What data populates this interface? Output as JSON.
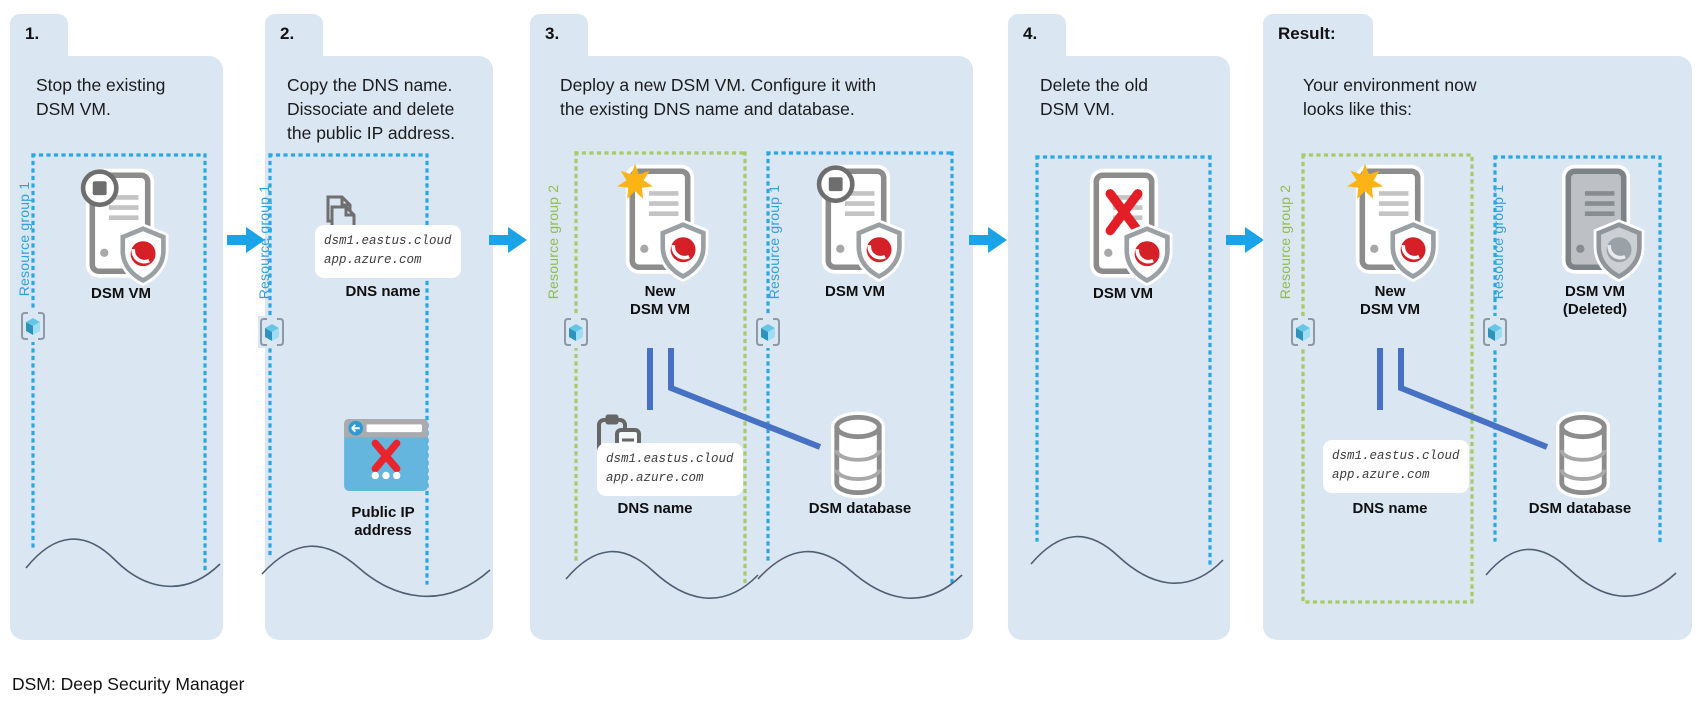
{
  "legend": "DSM: Deep Security Manager",
  "colors": {
    "panel_background": "#dbe6f3",
    "resource_group_1_blue": "#29a8e3",
    "resource_group_2_green": "#a5cb66",
    "step_arrow_blue": "#1aa3e8",
    "connector_blue": "#4671c4",
    "trend_micro_red": "#d62027",
    "new_vm_star_yellow": "#fcb415",
    "delete_x_red": "#e41e26"
  },
  "icons": {
    "vm": "server-vm-icon",
    "stop_badge": "stop-badge-icon",
    "shield": "trend-micro-shield-icon",
    "star": "new-star-icon",
    "red_x": "delete-x-icon",
    "copy": "copy-pages-icon",
    "paste": "clipboard-paste-icon",
    "public_ip": "browser-public-ip-icon",
    "database": "database-cylinder-icon",
    "cube": "azure-resource-group-cube-icon",
    "arrow": "next-step-arrow-icon"
  },
  "panels": [
    {
      "id": "step-1",
      "tab": "1.",
      "description": "Stop the existing\nDSM VM.",
      "resource_groups": [
        {
          "label": "Resource group 1"
        }
      ],
      "vm_label": "DSM VM"
    },
    {
      "id": "step-2",
      "tab": "2.",
      "description": "Copy the DNS name.\nDissociate and delete\nthe public IP address.",
      "resource_groups": [
        {
          "label": "Resource group 1"
        }
      ],
      "dns_value": "dsm1.eastus.cloud\napp.azure.com",
      "dns_label": "DNS name",
      "public_ip_label": "Public IP\naddress"
    },
    {
      "id": "step-3",
      "tab": "3.",
      "description": "Deploy a new DSM VM. Configure it with\nthe existing DNS name and database.",
      "resource_groups": [
        {
          "label": "Resource group 2"
        },
        {
          "label": "Resource group 1"
        }
      ],
      "new_vm_label": "New\nDSM VM",
      "vm_label": "DSM VM",
      "dns_value": "dsm1.eastus.cloud\napp.azure.com",
      "dns_label": "DNS name",
      "database_label": "DSM database"
    },
    {
      "id": "step-4",
      "tab": "4.",
      "description": "Delete the old\nDSM VM.",
      "vm_label": "DSM VM"
    },
    {
      "id": "result",
      "tab": "Result:",
      "description": "Your environment now\nlooks like this:",
      "resource_groups": [
        {
          "label": "Resource group 2"
        },
        {
          "label": "Resource group 1"
        }
      ],
      "new_vm_label": "New\nDSM VM",
      "deleted_vm_label": "DSM VM\n(Deleted)",
      "dns_value": "dsm1.eastus.cloud\napp.azure.com",
      "dns_label": "DNS name",
      "database_label": "DSM database"
    }
  ]
}
